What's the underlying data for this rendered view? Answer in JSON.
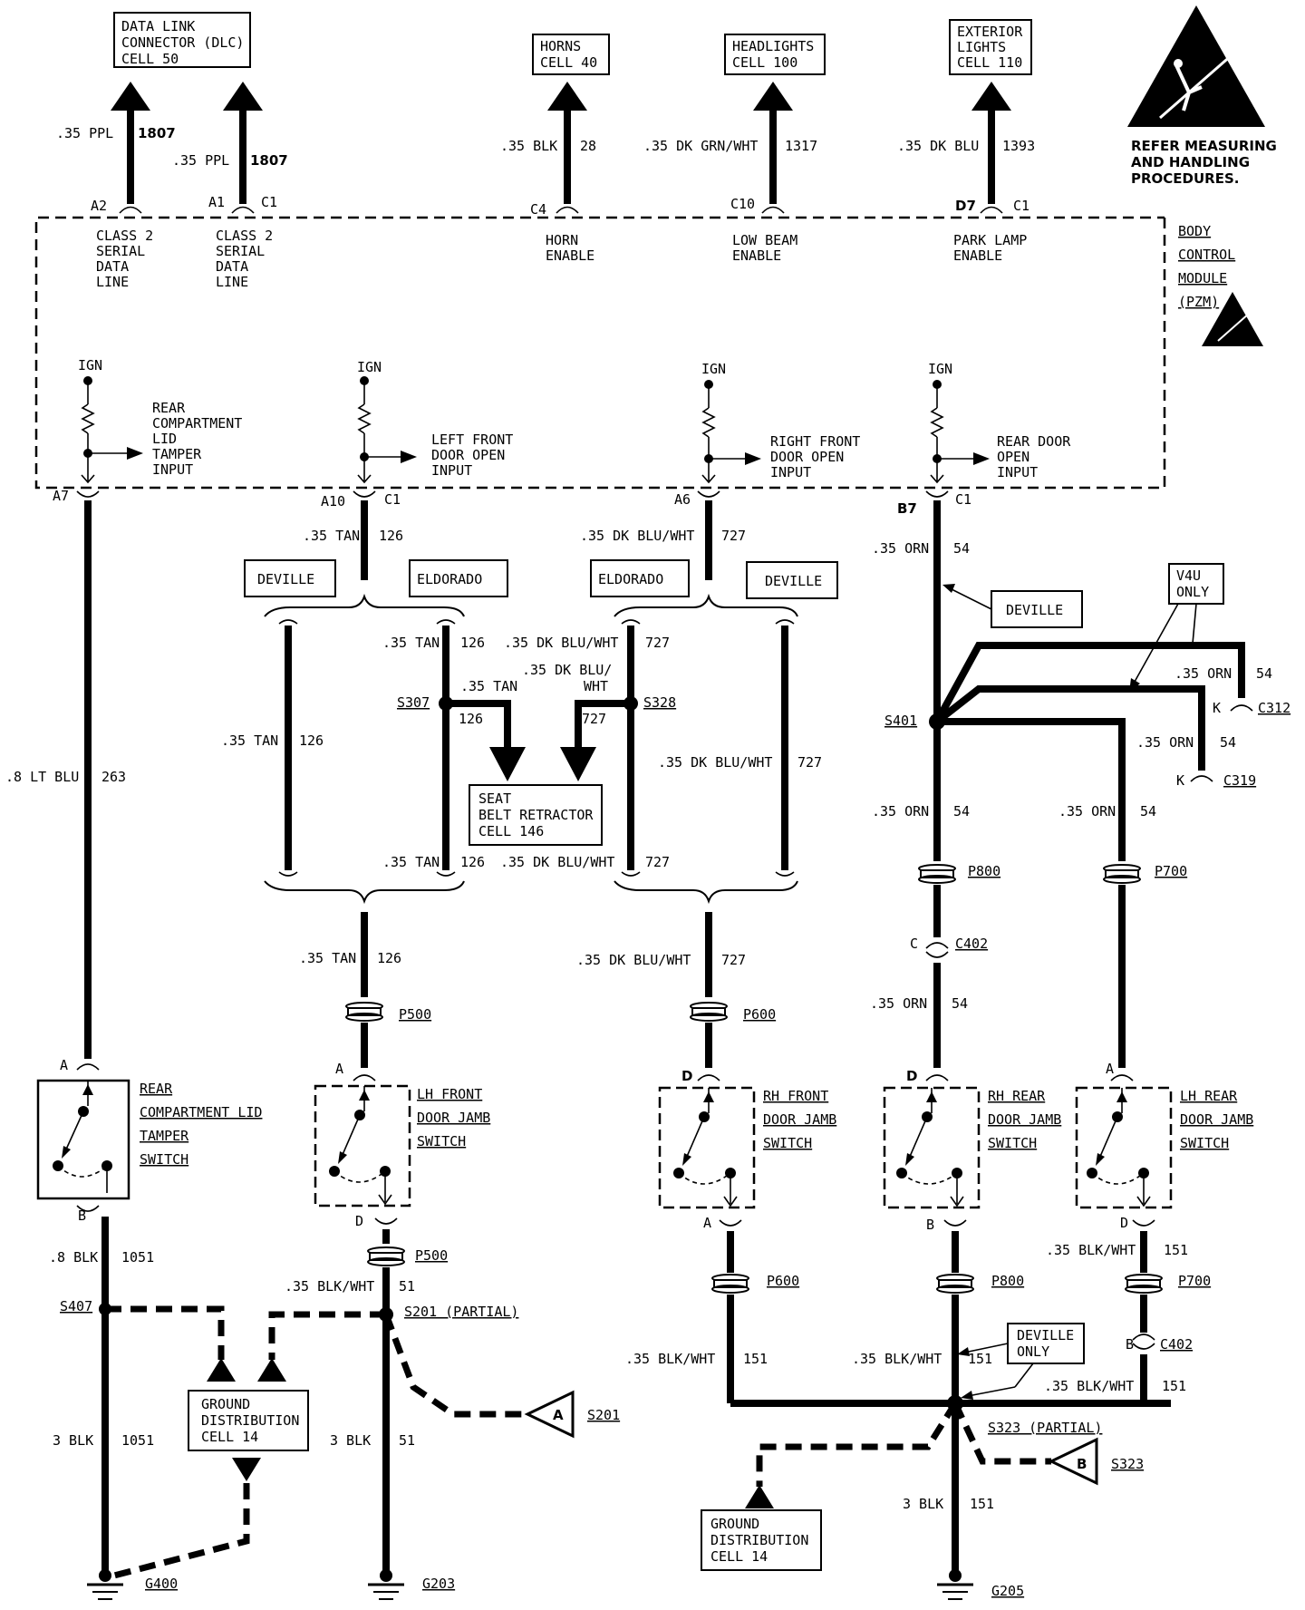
{
  "warning": {
    "line1": "REFER MEASURING",
    "line2": "AND HANDLING",
    "line3": "PROCEDURES."
  },
  "module": {
    "line1": "BODY",
    "line2": "CONTROL",
    "line3": "MODULE",
    "line4": "(PZM)"
  },
  "top_refs": {
    "dlc": [
      "DATA LINK",
      "CONNECTOR (DLC)",
      "CELL 50"
    ],
    "horns": [
      "HORNS",
      "CELL 40"
    ],
    "headlights": [
      "HEADLIGHTS",
      "CELL 100"
    ],
    "exterior": [
      "EXTERIOR",
      "LIGHTS",
      "CELL 110"
    ]
  },
  "top_wires": {
    "w1": {
      "gauge": ".35 PPL",
      "circuit": "1807"
    },
    "w2": {
      "gauge": ".35 PPL",
      "circuit": "1807"
    },
    "w3": {
      "gauge": ".35 BLK",
      "circuit": "28"
    },
    "w4": {
      "gauge": ".35 DK GRN/WHT",
      "circuit": "1317"
    },
    "w5": {
      "gauge": ".35 DK BLU",
      "circuit": "1393"
    }
  },
  "top_pins": {
    "a2": "A2",
    "a1": "A1",
    "c1a": "C1",
    "c4": "C4",
    "c10": "C10",
    "d7": "D7",
    "c1b": "C1"
  },
  "module_functions": {
    "class2a": [
      "CLASS 2",
      "SERIAL",
      "DATA",
      "LINE"
    ],
    "class2b": [
      "CLASS 2",
      "SERIAL",
      "DATA",
      "LINE"
    ],
    "horn": [
      "HORN",
      "ENABLE"
    ],
    "lowbeam": [
      "LOW BEAM",
      "ENABLE"
    ],
    "parklamp": [
      "PARK LAMP",
      "ENABLE"
    ]
  },
  "inputs": {
    "ign": "IGN",
    "rear_lid": [
      "REAR",
      "COMPARTMENT",
      "LID",
      "TAMPER",
      "INPUT"
    ],
    "left_front": [
      "LEFT FRONT",
      "DOOR OPEN",
      "INPUT"
    ],
    "right_front": [
      "RIGHT FRONT",
      "DOOR OPEN",
      "INPUT"
    ],
    "rear_door": [
      "REAR DOOR",
      "OPEN",
      "INPUT"
    ]
  },
  "bottom_pins": {
    "a7": "A7",
    "a10": "A10",
    "c1a": "C1",
    "a6": "A6",
    "b7": "B7",
    "c1b": "C1"
  },
  "variants": {
    "deville": "DEVILLE",
    "eldorado": "ELDORADO",
    "v4u": [
      "V4U",
      "ONLY"
    ],
    "deville_only": [
      "DEVILLE",
      "ONLY"
    ]
  },
  "seat_belt": [
    "SEAT",
    "BELT RETRACTOR",
    "CELL 146"
  ],
  "wires": {
    "ltblu": {
      "gauge": ".8 LT BLU",
      "circuit": "263"
    },
    "tan": {
      "gauge": ".35 TAN",
      "circuit": "126"
    },
    "dkbluwht": {
      "gauge": ".35 DK BLU/WHT",
      "circuit": "727"
    },
    "dkbluwht_split": ".35 DK BLU/",
    "dkbluwht_split2": "WHT",
    "orn": {
      "gauge": ".35 ORN",
      "circuit": "54"
    },
    "blk8": {
      "gauge": ".8 BLK",
      "circuit": "1051"
    },
    "blk3_1051": {
      "gauge": "3 BLK",
      "circuit": "1051"
    },
    "blkwht51": {
      "gauge": ".35 BLK/WHT",
      "circuit": "51"
    },
    "blk3_51": {
      "gauge": "3 BLK",
      "circuit": "51"
    },
    "blkwht151": {
      "gauge": ".35 BLK/WHT",
      "circuit": "151"
    },
    "blk3_151": {
      "gauge": "3 BLK",
      "circuit": "151"
    }
  },
  "splices": {
    "s307": "S307",
    "s328": "S328",
    "s401": "S401",
    "s407": "S407",
    "s201": "S201",
    "s201p": "S201 (PARTIAL)",
    "s323": "S323",
    "s323p": "S323 (PARTIAL)"
  },
  "connectors": {
    "c312": "C312",
    "c319": "C319",
    "k": "K",
    "c402": "C402",
    "c": "C",
    "b": "B",
    "p500": "P500",
    "p600": "P600",
    "p700": "P700",
    "p800": "P800",
    "a": "A",
    "d": "D"
  },
  "switches": {
    "rear_lid": [
      "REAR",
      "COMPARTMENT LID",
      "TAMPER",
      "SWITCH"
    ],
    "lh_front": [
      "LH FRONT",
      "DOOR JAMB",
      "SWITCH"
    ],
    "rh_front": [
      "RH FRONT",
      "DOOR JAMB",
      "SWITCH"
    ],
    "rh_rear": [
      "RH REAR",
      "DOOR JAMB",
      "SWITCH"
    ],
    "lh_rear": [
      "LH REAR",
      "DOOR JAMB",
      "SWITCH"
    ]
  },
  "ground_dist": [
    "GROUND",
    "DISTRIBUTION",
    "CELL 14"
  ],
  "offpage": {
    "a": "A",
    "b": "B"
  },
  "grounds": {
    "g400": "G400",
    "g203": "G203",
    "g205": "G205"
  }
}
